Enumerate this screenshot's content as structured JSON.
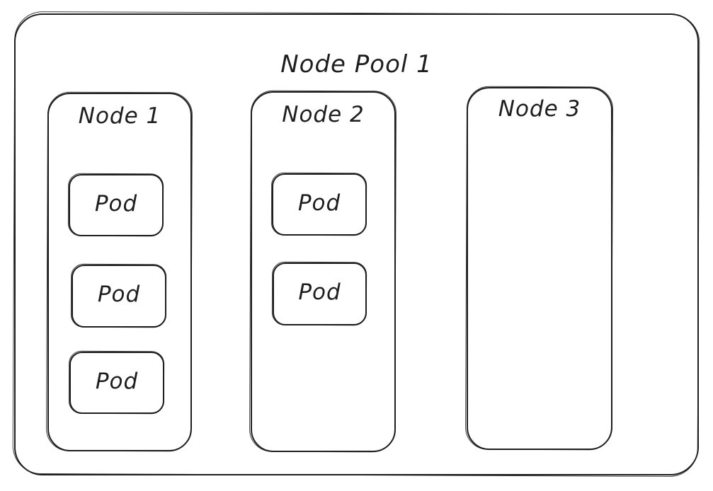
{
  "pool": {
    "label": "Node Pool 1"
  },
  "nodes": [
    {
      "label": "Node 1",
      "pods": [
        "Pod",
        "Pod",
        "Pod"
      ]
    },
    {
      "label": "Node 2",
      "pods": [
        "Pod",
        "Pod"
      ]
    },
    {
      "label": "Node 3",
      "pods": []
    }
  ],
  "colors": {
    "stroke": "#1e1e1e",
    "background": "#ffffff"
  }
}
